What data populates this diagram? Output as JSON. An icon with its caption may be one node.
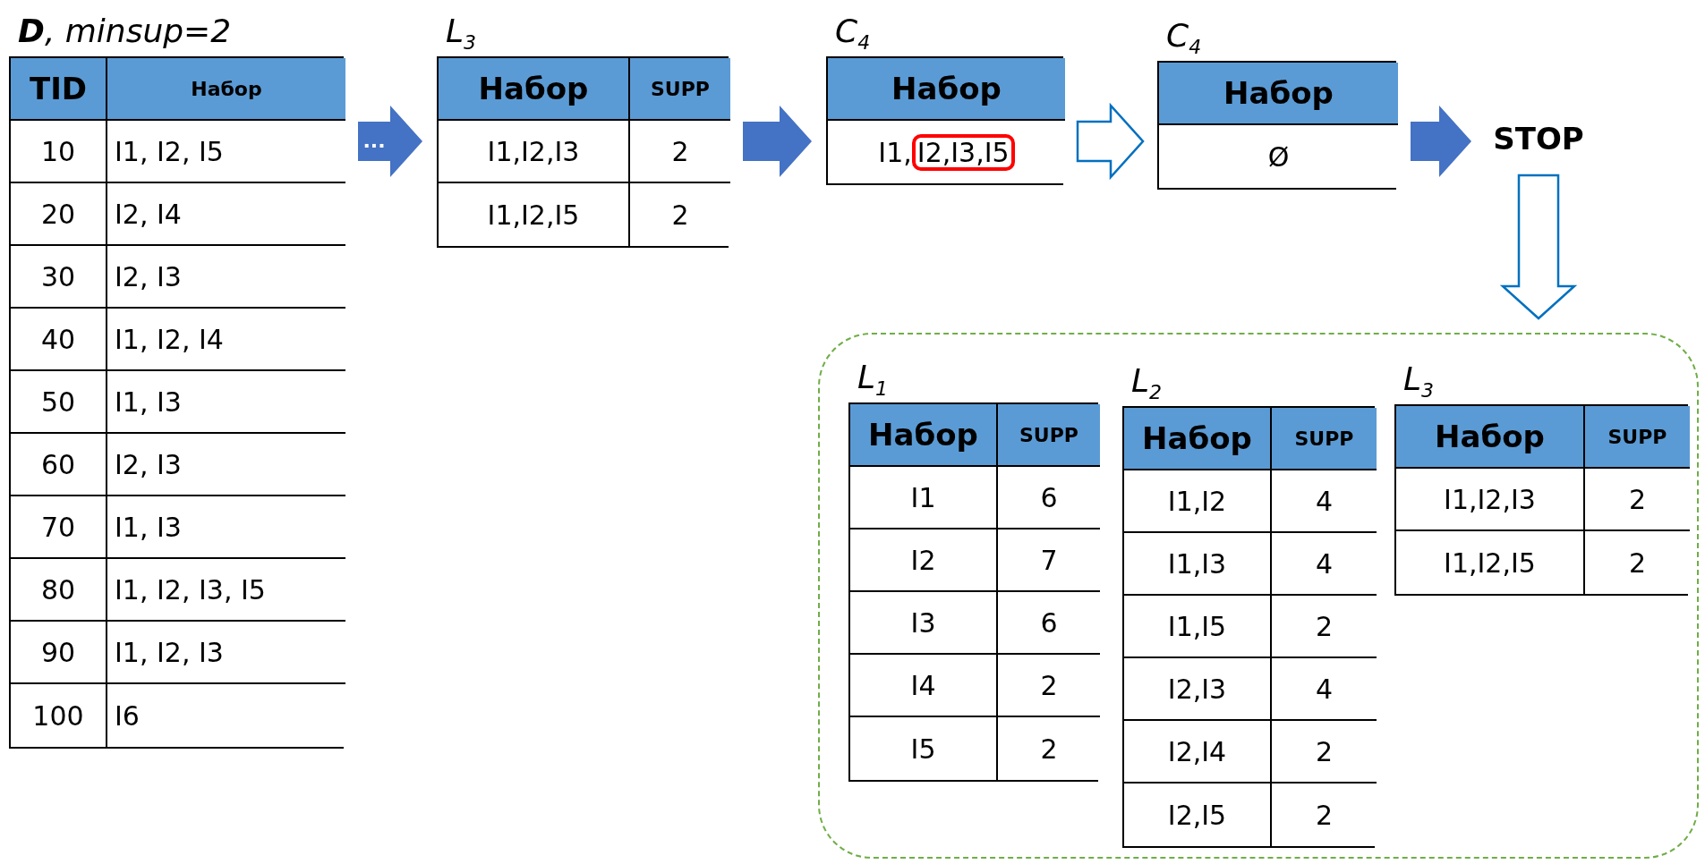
{
  "diagram": {
    "nodes": [
      {
        "text": [
          "**D**, minsup=2",
          "TID",
          "Набор",
          "10",
          "I1, I2, I5",
          "20",
          "I2, I4",
          "30",
          "I2, I3",
          "40",
          "I1, I2, I4",
          "50",
          "I1, I3",
          "60",
          "I2, I3",
          "70",
          "I1, I3",
          "80",
          "I1, I2, I3, I5",
          "90",
          "I1, I2, I3",
          "100",
          "I6"
        ]
      },
      {
        "text": [
          "L$_{3}$",
          "Набор",
          "SUPP",
          "I1,I2,I3",
          "2",
          "I1,I2,I5",
          "2"
        ]
      },
      {
        "text": [
          "C$_{4}$",
          "Набор",
          "I1,"
        ]
      },
      {
        "text": [
          "I2,I3,I5"
        ],
        "in": 2
      },
      {
        "text": [
          "C$_{4}$",
          "Набор",
          "Ø"
        ]
      },
      {
        "text": [
          "STOP"
        ]
      },
      {
        "text": [],
        "shape": "box"
      },
      {
        "text": [
          "L$_{1}$",
          "Набор",
          "SUPP",
          "I1",
          "6",
          "I2",
          "7",
          "I3",
          "6",
          "I4",
          "2",
          "I5",
          "2"
        ],
        "in": 6
      },
      {
        "text": [
          "L$_{2}$",
          "Набор",
          "SUPP",
          "I1,I2",
          "4",
          "I1,I3",
          "4",
          "I1,I5",
          "2",
          "I2,I3",
          "4",
          "I2,I4",
          "2",
          "I2,I5",
          "2"
        ],
        "in": 6
      },
      {
        "text": [
          "L$_{3}$",
          "Набор",
          "SUPP",
          "I1,I2,I3",
          "2",
          "I1,I2,I5",
          "2"
        ],
        "in": 6
      }
    ],
    "edges": [
      {
        "from": 0,
        "to": 1,
        "arrow": "to",
        "style": "thick",
        "label": "..."
      },
      {
        "from": 1,
        "to": 2,
        "arrow": "to",
        "style": "thick"
      },
      {
        "from": 2,
        "to": 4,
        "arrow": "to",
        "color": "#0070c0"
      },
      {
        "from": 4,
        "to": 5,
        "arrow": "to",
        "style": "thick"
      },
      {
        "from": 5,
        "to": 6,
        "arrow": "to",
        "color": "#0070c0"
      }
    ]
  }
}
